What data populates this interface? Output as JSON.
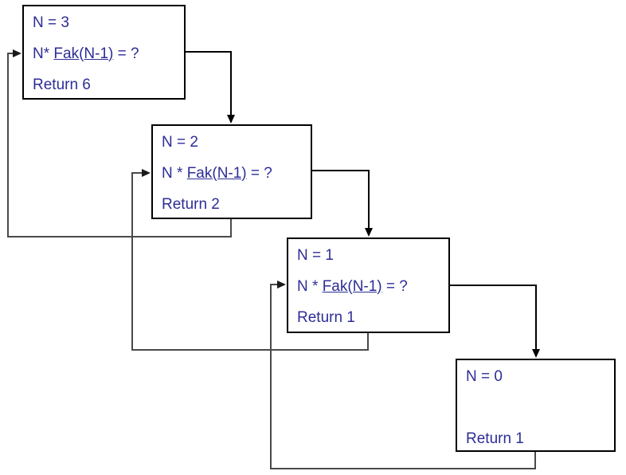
{
  "diagram": {
    "type": "recursion-call-stack-flow",
    "colors": {
      "text": "#2D2D96",
      "box_border": "#000000",
      "call_line": "#000000",
      "return_line": "#4a4a4a",
      "background": "#ffffff"
    },
    "frames": [
      {
        "n_line": "N = 3",
        "expr_prefix": "N* ",
        "expr_call": "Fak(N-1)",
        "expr_suffix": " = ?",
        "return_line": "Return 6"
      },
      {
        "n_line": "N = 2",
        "expr_prefix": "N * ",
        "expr_call": "Fak(N-1)",
        "expr_suffix": " = ?",
        "return_line": "Return 2"
      },
      {
        "n_line": "N = 1",
        "expr_prefix": "N * ",
        "expr_call": "Fak(N-1)",
        "expr_suffix": " = ?",
        "return_line": "Return 1"
      },
      {
        "n_line": "N = 0",
        "expr_prefix": "",
        "expr_call": "",
        "expr_suffix": "",
        "return_line": "Return 1"
      }
    ]
  }
}
